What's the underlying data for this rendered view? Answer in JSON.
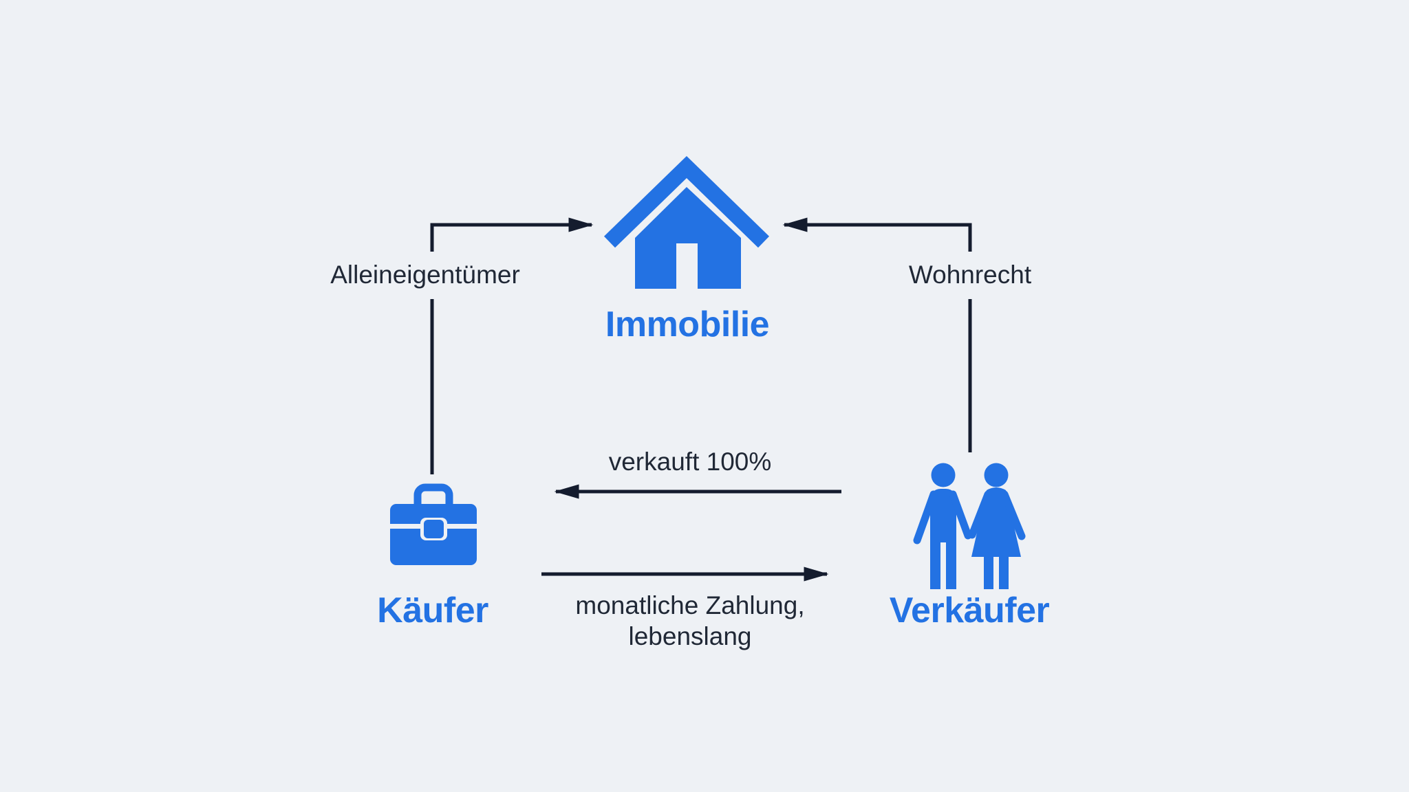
{
  "diagram": {
    "title_context": "Immobilien-Leibrente Schema",
    "colors": {
      "background": "#eef1f5",
      "accent_blue": "#2372e3",
      "line_dark": "#141c2e",
      "label_dark": "#202836"
    },
    "nodes": {
      "property": {
        "label": "Immobilie",
        "icon": "house-icon"
      },
      "buyer": {
        "label": "Käufer",
        "icon": "briefcase-icon"
      },
      "seller": {
        "label": "Verkäufer",
        "icon": "couple-icon"
      }
    },
    "edges": {
      "ownership": {
        "label": "Alleineigentümer",
        "from": "buyer",
        "to": "property"
      },
      "residence": {
        "label": "Wohnrecht",
        "from": "seller",
        "to": "property"
      },
      "sale": {
        "label": "verkauft 100%",
        "from": "seller",
        "to": "buyer"
      },
      "payment": {
        "line1": "monatliche Zahlung,",
        "line2": "lebenslang",
        "from": "buyer",
        "to": "seller"
      }
    }
  }
}
